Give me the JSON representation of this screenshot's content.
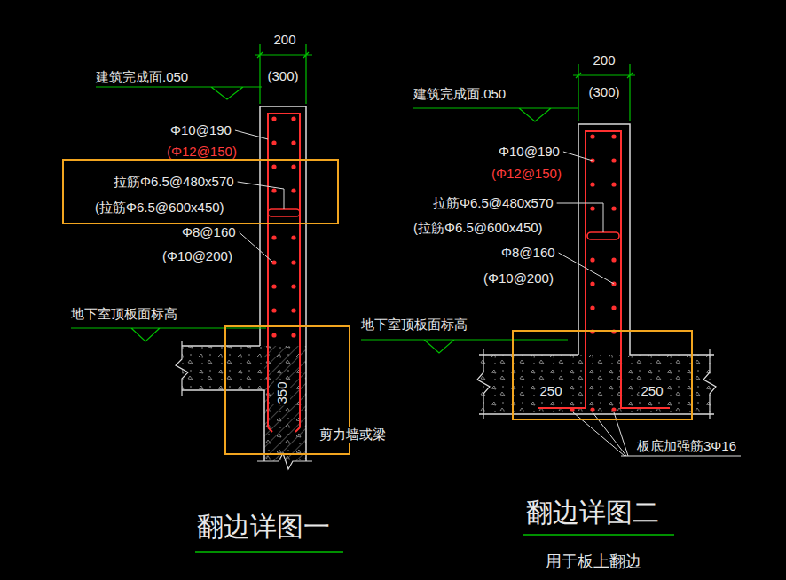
{
  "diagram": {
    "nodes": [
      {
        "text": [
          "拉筋Φ6.5@480x570",
          "(拉筋Φ6.5@600x450)"
        ]
      },
      {
        "text": [
          "350"
        ]
      },
      {
        "text": [
          "250",
          "250"
        ]
      }
    ],
    "labels": [
      "200",
      "(300)",
      "建筑完成面.050",
      "Φ10@190",
      "(Φ12@150)",
      "Φ8@160",
      "(Φ10@200)",
      "地下室顶板面标高",
      "剪力墙或梁",
      "翻边详图一",
      "200",
      "(300)",
      "建筑完成面.050",
      "Φ10@190",
      "(Φ12@150)",
      "拉筋Φ6.5@480x570",
      "(拉筋Φ6.5@600x450)",
      "Φ8@160",
      "(Φ10@200)",
      "地下室顶板面标高",
      "板底加强筋3Φ16",
      "翻边详图二",
      "用于板上翻边"
    ]
  }
}
